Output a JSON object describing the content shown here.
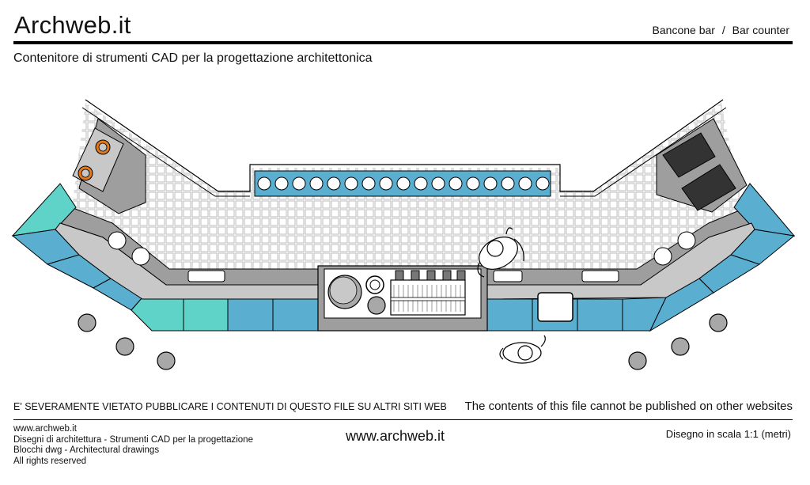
{
  "header": {
    "logo": "Archweb.it",
    "title_it": "Bancone bar",
    "separator": "/",
    "title_en": "Bar counter",
    "subtitle": "Contenitore di strumenti CAD per la progettazione architettonica"
  },
  "notice": {
    "it": "E' SEVERAMENTE VIETATO PUBBLICARE I CONTENUTI DI QUESTO FILE SU ALTRI SITI WEB",
    "en": "The contents of this file cannot be published on other websites"
  },
  "footer": {
    "lines": [
      "www.archweb.it",
      "Disegni di architettura - Strumenti CAD  per la progettazione",
      "Blocchi dwg - Architectural drawings",
      "All rights reserved"
    ],
    "site": "www.archweb.it",
    "scale": "Disegno in scala 1:1 (metri)"
  },
  "colors": {
    "counter_blue": "#5aafd0",
    "counter_teal": "#5fd3c8",
    "worktop_gray": "#9e9e9e",
    "back_gray": "#c8c8c8",
    "tile_stroke": "#bdbdbd",
    "burner_orange": "#e07a1c",
    "stool_gray": "#a8a8a8"
  }
}
